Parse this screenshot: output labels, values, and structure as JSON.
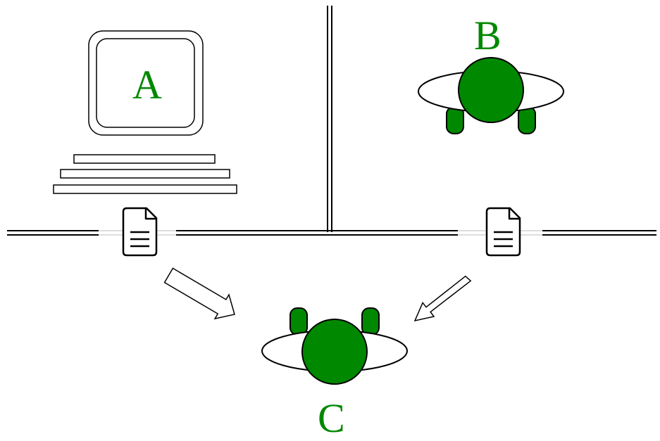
{
  "labels": {
    "a": "A",
    "b": "B",
    "c": "C"
  },
  "colors": {
    "accent": "#008800",
    "stroke": "#000000",
    "fill": "#ffffff"
  },
  "icons": [
    "computer-monitor-icon",
    "keyboard-icon",
    "person-b-icon",
    "person-c-icon",
    "document-icon",
    "arrow-icon"
  ]
}
